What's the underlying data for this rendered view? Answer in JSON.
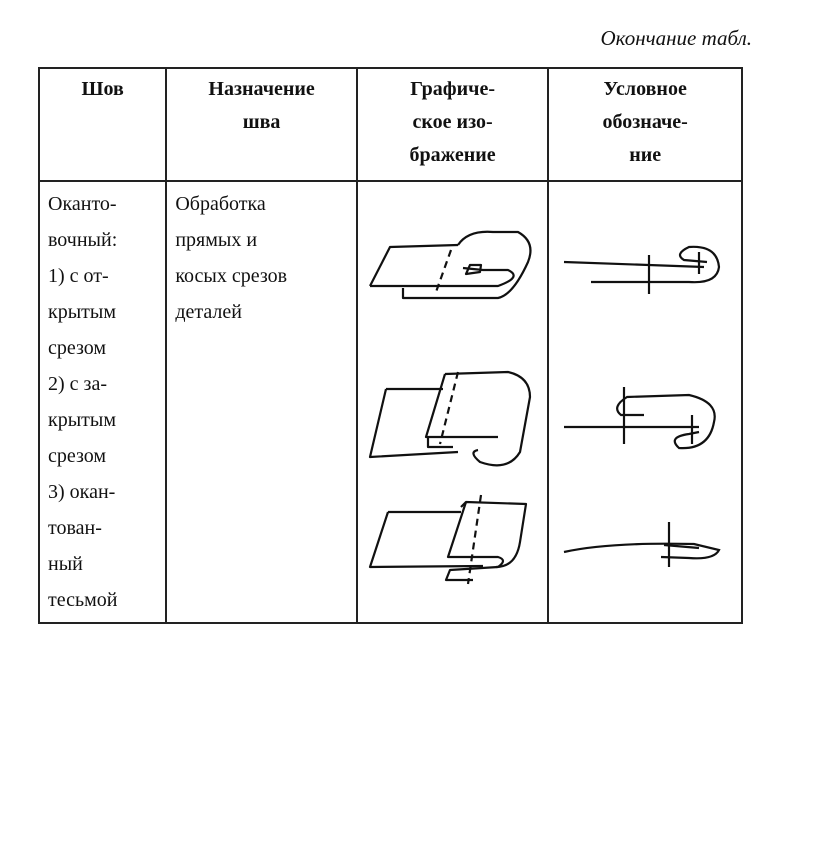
{
  "caption": "Окончание табл.",
  "headers": [
    "Шов",
    "Назначение шва",
    "Графиче-ское изо-бражение",
    "Условное обозначе-ние"
  ],
  "header_lines": [
    [
      "Шов"
    ],
    [
      "Назначение",
      "шва"
    ],
    [
      "Графиче-",
      "ское изо-",
      "бражение"
    ],
    [
      "Условное",
      "обозначе-",
      "ние"
    ]
  ],
  "row": {
    "seam_lines": [
      "Оканто-",
      "вочный:",
      "1) с от-",
      "крытым",
      "срезом",
      "2) с за-",
      "крытым",
      "срезом",
      "3) окан-",
      "тован-",
      "ный",
      "тесьмой"
    ],
    "purpose_lines": [
      "Обработка",
      "прямых и",
      "косых срезов",
      "деталей"
    ]
  }
}
